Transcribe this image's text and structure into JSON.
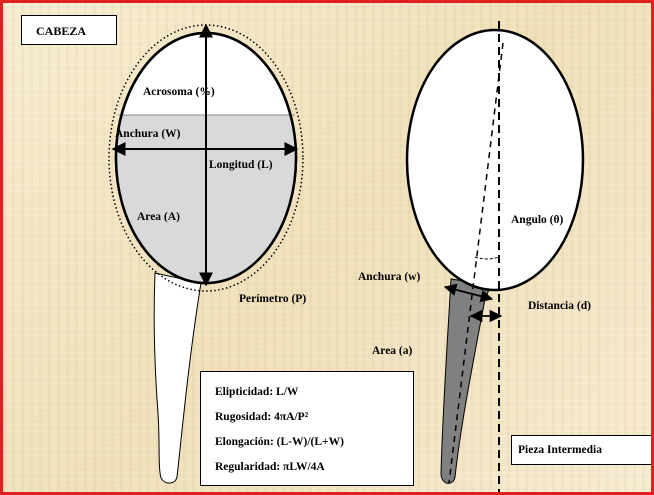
{
  "title": "CABEZA",
  "labels": {
    "acrosoma": "Acrosoma (%)",
    "anchura_cabeza": "Anchura (W)",
    "longitud": "Longitud (L)",
    "area_cabeza": "Area (A)",
    "perimetro": "Perímetro (P)",
    "angulo": "Angulo (θ)",
    "anchura_pieza": "Anchura (w)",
    "distancia": "Distancia (d)",
    "area_pieza": "Area (a)",
    "pieza_intermedia": "Pieza Intermedia"
  },
  "formulas": [
    "Elipticidad: L/W",
    "Rugosidad: 4πA/P²",
    "Elongación: (L-W)/(L+W)",
    "Regularidad: πLW/4A"
  ],
  "colors": {
    "border": "#e02020",
    "background": "#f3e6c4",
    "head_fill": "#d9d9d9",
    "midpiece_fill": "#808080",
    "white": "#ffffff"
  }
}
